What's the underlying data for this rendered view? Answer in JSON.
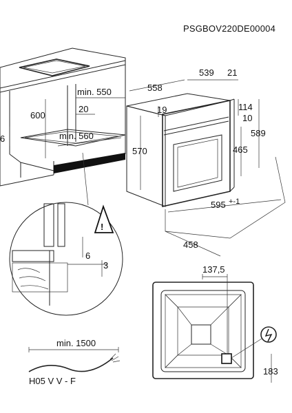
{
  "model_code": "PSGBOV220DE00004",
  "dimensions": {
    "cabinet_width_min": "min. 550",
    "cabinet_gap": "20",
    "cabinet_height": "600",
    "cabinet_depth_min": "min. 560",
    "floor_offset": "6",
    "oven_width": "558",
    "oven_total_depth": "539",
    "front_panel_depth": "21",
    "top_offset": "19",
    "oven_height": "570",
    "front_top_offset": "114",
    "front_inner_offset": "10",
    "door_height": "465",
    "front_height": "589",
    "front_width": "595",
    "front_width_tolerance": "+-1",
    "oven_depth": "458",
    "detail_gap_6": "6",
    "detail_gap_3": "3",
    "socket_offset_x": "137,5",
    "socket_offset_y": "183",
    "cable_length": "min. 1500"
  },
  "cable_type": "H05 V V - F"
}
